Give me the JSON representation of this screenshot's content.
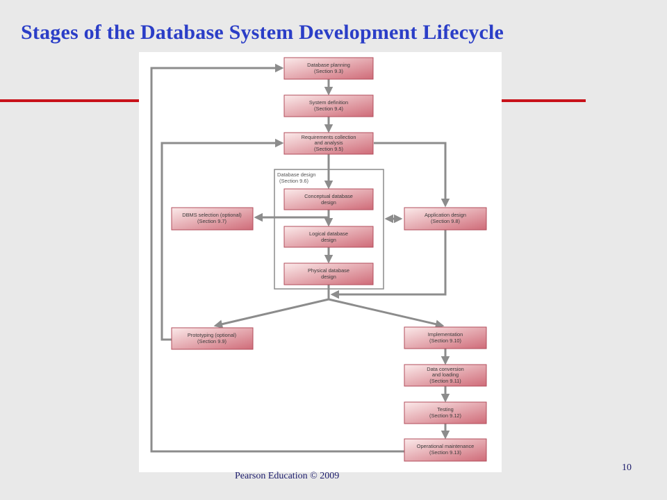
{
  "slide": {
    "title": "Stages of the Database System Development Lifecycle",
    "footer": "Pearson Education © 2009",
    "page_number": "10"
  },
  "diagram": {
    "design_group": {
      "line1": "Database design",
      "line2": "(Section 9.6)"
    },
    "nodes": {
      "database_planning": {
        "line1": "Database planning",
        "line2": "(Section 9.3)"
      },
      "system_definition": {
        "line1": "System definition",
        "line2": "(Section 9.4)"
      },
      "requirements": {
        "line1": "Requirements collection",
        "line2": "and analysis",
        "line3": "(Section 9.5)"
      },
      "conceptual_design": {
        "line1": "Conceptual database",
        "line2": "design"
      },
      "logical_design": {
        "line1": "Logical database",
        "line2": "design"
      },
      "physical_design": {
        "line1": "Physical database",
        "line2": "design"
      },
      "dbms_selection": {
        "line1": "DBMS selection (optional)",
        "line2": "(Section 9.7)"
      },
      "application_design": {
        "line1": "Application design",
        "line2": "(Section 9.8)"
      },
      "prototyping": {
        "line1": "Prototyping (optional)",
        "line2": "(Section 9.9)"
      },
      "implementation": {
        "line1": "Implementation",
        "line2": "(Section 9.10)"
      },
      "data_conversion": {
        "line1": "Data conversion",
        "line2": "and loading",
        "line3": "(Section 9.11)"
      },
      "testing": {
        "line1": "Testing",
        "line2": "(Section 9.12)"
      },
      "operational_maintenance": {
        "line1": "Operational maintenance",
        "line2": "(Section 9.13)"
      }
    }
  }
}
